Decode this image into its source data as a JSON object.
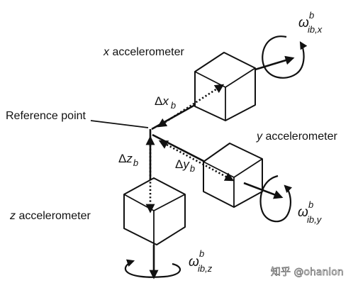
{
  "labels": {
    "x_axis_letter": "x",
    "x_accelerometer": " accelerometer",
    "y_axis_letter": "y",
    "y_accelerometer": " accelerometer",
    "z_axis_letter": "z",
    "z_accelerometer": " accelerometer",
    "reference_point": "Reference point"
  },
  "offsets": {
    "dx_delta": "Δ",
    "dx_var": "x",
    "dx_sub": "b",
    "dy_delta": "Δ",
    "dy_var": "y",
    "dy_sub": "b",
    "dz_delta": "Δ",
    "dz_var": "z",
    "dz_sub": "b"
  },
  "rates": {
    "omega": "ω",
    "sup": "b",
    "x_sub": "ib,x",
    "y_sub": "ib,y",
    "z_sub": "ib,z"
  },
  "watermark": "知乎 @ohanlon"
}
